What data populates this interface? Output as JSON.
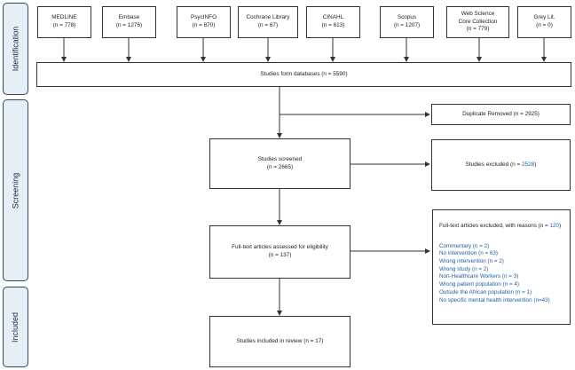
{
  "stages": {
    "identification": "Identification",
    "screening": "Screening",
    "included": "Included"
  },
  "sources": [
    {
      "name": "MEDLINE",
      "count": "(n = 778)"
    },
    {
      "name": "Embase",
      "count": "(n = 1276)"
    },
    {
      "name": "PsycINFO",
      "count": "(n = 870)"
    },
    {
      "name": "Cochrane Library",
      "count": "(n = 67)"
    },
    {
      "name": "CINAHL",
      "count": "(n = 613)"
    },
    {
      "name": "Scopus",
      "count": "(n = 1207)"
    },
    {
      "name": "Web Science\nCore Collection",
      "count": "(n = 779)"
    },
    {
      "name": "Grey Lit.",
      "count": "(n = 0)"
    }
  ],
  "databases": "Studies form databases (n = 5590)",
  "duplicates": "Duplicate Removed (n = 2925)",
  "screened": {
    "line1": "Studies screened",
    "line2": "(n = 2665)"
  },
  "excluded": {
    "text": "Studies excluded (n = ",
    "value": "2528",
    "close": ")"
  },
  "fulltext": {
    "line1": "Full-text articles assessed for eligibility",
    "line2": "(n = 137)"
  },
  "fulltext_excluded": {
    "head": "Full-text articles excluded, with reasons (n = ",
    "head_value": "120",
    "head_close": ")",
    "reasons": [
      "Commentary (n = 2)",
      "No intervention (n = 63)",
      "Wrong intervention (n = 2)",
      "Wrong study (n = 2)",
      "Non-Healthcare Workers (n = 3)",
      "Wrong patient population (n = 4)",
      "Outside the African population (n = 1)",
      "No specific mental health intervention (n=43)"
    ]
  },
  "included": "Studies included in review (n = 17)",
  "colors": {
    "stage_fill": "#e6eef6",
    "stage_border": "#2b4a63",
    "link_blue": "#1f5fa8",
    "line": "#333333"
  }
}
